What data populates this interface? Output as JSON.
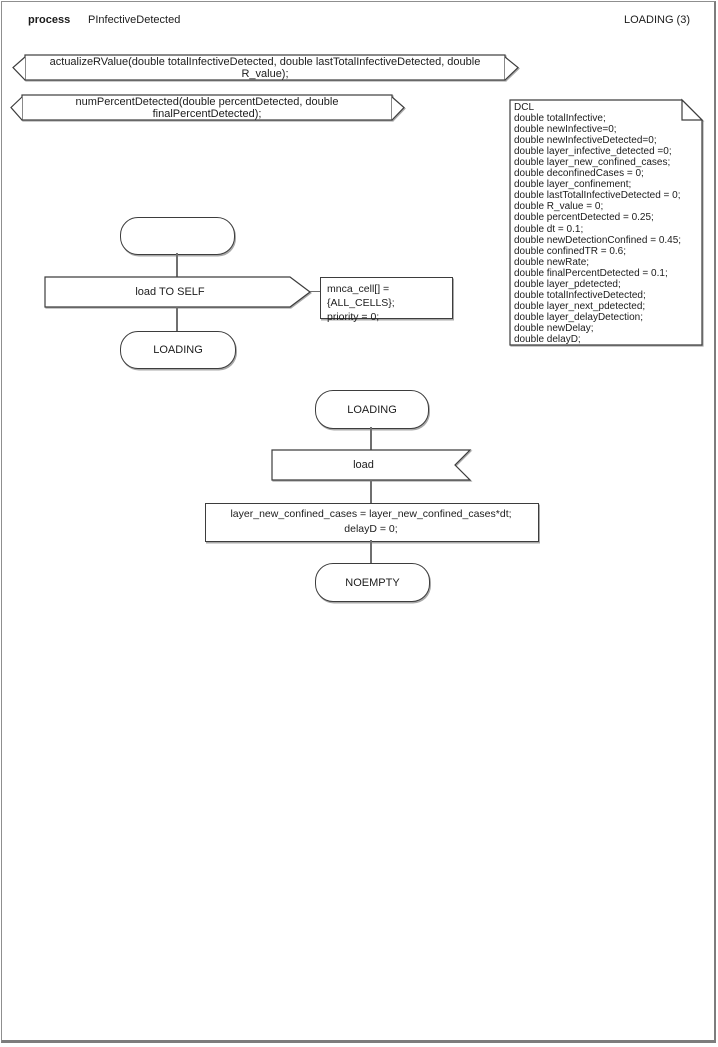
{
  "header": {
    "kind_label": "process",
    "process_name": "PInfectiveDetected",
    "page_label": "LOADING (3)"
  },
  "procedures": [
    {
      "signature": "actualizeRValue(double totalInfectiveDetected, double lastTotalInfectiveDetected, double R_value);"
    },
    {
      "signature": "numPercentDetected(double percentDetected, double finalPercentDetected);"
    }
  ],
  "dcl": {
    "keyword": "DCL",
    "lines": [
      "double totalInfective;",
      "double newInfective=0;",
      "double newInfectiveDetected=0;",
      "double layer_infective_detected =0;",
      "double layer_new_confined_cases;",
      "double deconfinedCases = 0;",
      "double layer_confinement;",
      "double lastTotalInfectiveDetected = 0;",
      "double R_value = 0;",
      "double percentDetected = 0.25;",
      "double dt = 0.1;",
      "double newDetectionConfined = 0.45;",
      "double confinedTR = 0.6;",
      "double newRate;",
      "double finalPercentDetected = 0.1;",
      "double layer_pdetected;",
      "double totalInfectiveDetected;",
      "double layer_next_pdetected;",
      "double layer_delayDetection;",
      "double newDelay;",
      "double delayD;"
    ]
  },
  "flow_start": {
    "output_label": "load TO SELF",
    "comment_lines": [
      "mnca_cell[] = {ALL_CELLS};",
      "priority = 0;"
    ],
    "next_state": "LOADING"
  },
  "flow_loading": {
    "state": "LOADING",
    "input_label": "load",
    "task_lines": [
      "layer_new_confined_cases = layer_new_confined_cases*dt;",
      "delayD = 0;"
    ],
    "next_state": "NOEMPTY"
  },
  "colors": {
    "line": "#3d3d3d",
    "shadow": "#a8a8a8",
    "frame": "#8f8f8f",
    "background": "#ffffff"
  }
}
